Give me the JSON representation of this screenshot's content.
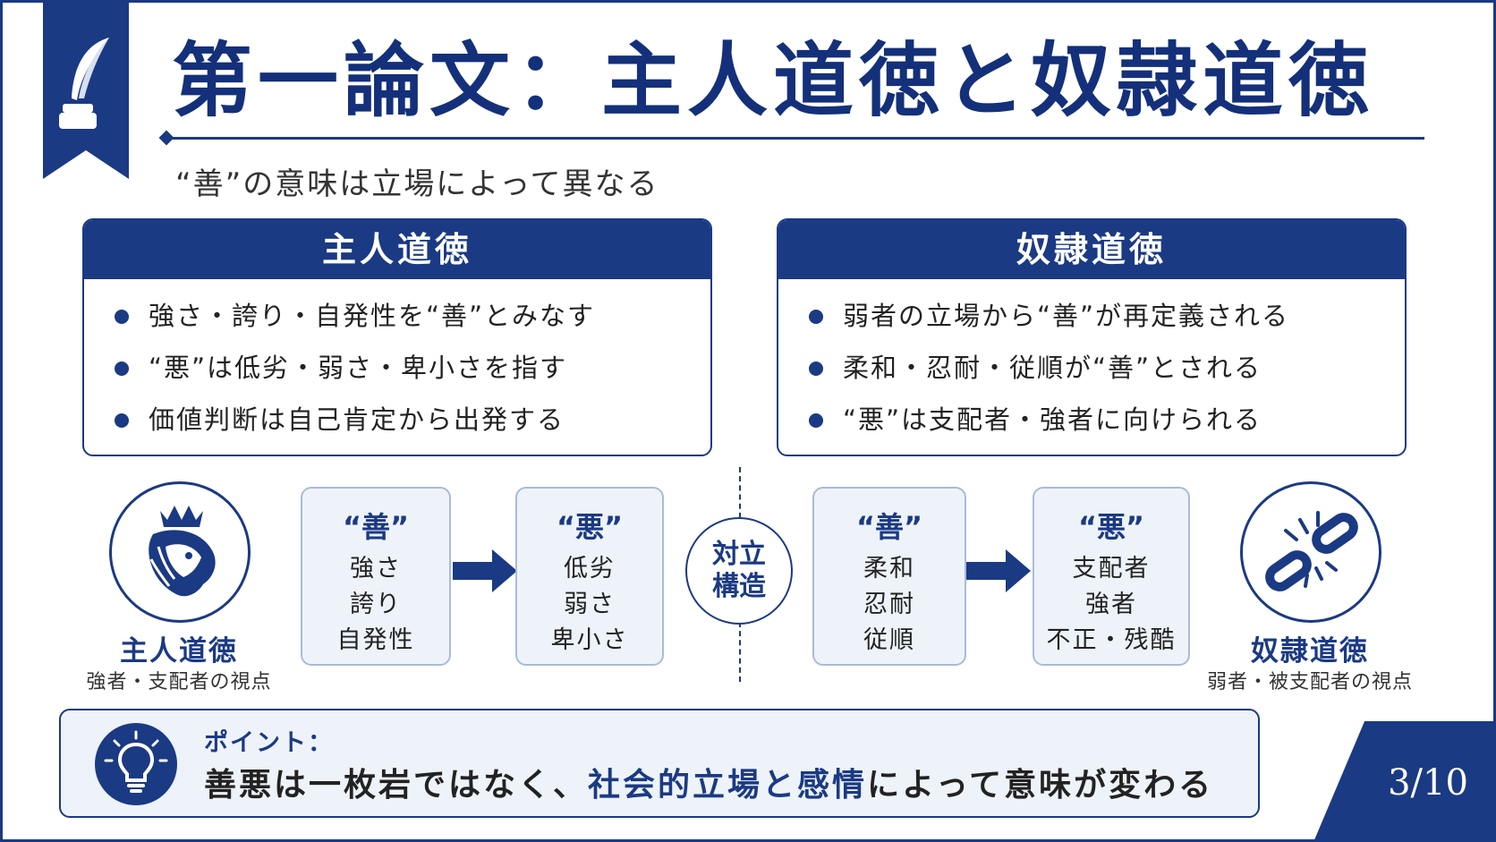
{
  "header": {
    "title": "第一論文：主人道徳と奴隷道徳",
    "subtitle": "“善”の意味は立場によって異なる"
  },
  "master_panel": {
    "heading": "主人道徳",
    "items": [
      "強さ・誇り・自発性を“善”とみなす",
      "“悪”は低劣・弱さ・卑小さを指す",
      "価値判断は自己肯定から出発する"
    ]
  },
  "slave_panel": {
    "heading": "奴隷道徳",
    "items": [
      "弱者の立場から“善”が再定義される",
      "柔和・忍耐・従順が“善”とされる",
      "“悪”は支配者・強者に向けられる"
    ]
  },
  "diagram": {
    "master": {
      "label": "主人道徳",
      "sub": "強者・支配者の視点",
      "icon": "lion-crown-icon",
      "good": {
        "heading": "“善”",
        "items": [
          "強さ",
          "誇り",
          "自発性"
        ]
      },
      "bad": {
        "heading": "“悪”",
        "items": [
          "低劣",
          "弱さ",
          "卑小さ"
        ]
      }
    },
    "conflict": {
      "line1": "対立",
      "line2": "構造"
    },
    "slave": {
      "label": "奴隷道徳",
      "sub": "弱者・被支配者の視点",
      "icon": "broken-chain-icon",
      "good": {
        "heading": "“善”",
        "items": [
          "柔和",
          "忍耐",
          "従順"
        ]
      },
      "bad": {
        "heading": "“悪”",
        "items": [
          "支配者",
          "強者",
          "不正・残酷"
        ]
      }
    }
  },
  "point": {
    "label": "ポイント：",
    "text_before": "善悪は一枚岩ではなく、",
    "highlight_1": "社会的立場",
    "text_middle": "と",
    "highlight_2": "感情",
    "text_after": "によって意味が変わる"
  },
  "page_number": "3/10",
  "colors": {
    "accent": "#1b3a84",
    "box_fill": "#eef3f9",
    "box_border": "#a9bcd6"
  }
}
